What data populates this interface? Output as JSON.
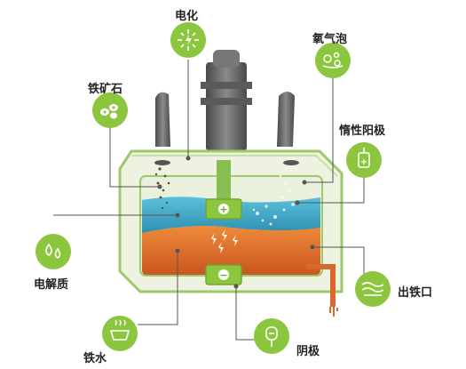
{
  "labels": {
    "electrification": "电化",
    "oxygen_bubbles": "氧气泡",
    "iron_ore": "铁矿石",
    "inert_anode": "惰性阳极",
    "electrolyte": "电解质",
    "tap_hole": "出铁口",
    "molten_iron": "铁水",
    "cathode": "阴极"
  },
  "anode_symbol": "+",
  "cathode_symbol": "−",
  "colors": {
    "accent_green": "#8cc63f",
    "electrolyte_blue": "#3aa6c4",
    "molten_iron_orange": "#d9682a",
    "cell_outline_green": "#9cc96b",
    "pillar_gray": "#6a6a6a"
  },
  "icons": {
    "electrification": "electric-sparkle-icon",
    "oxygen_bubbles": "bubbles-icon",
    "iron_ore": "ore-rocks-icon",
    "inert_anode": "anode-plug-icon",
    "electrolyte": "electrolyte-drops-icon",
    "tap_hole": "iron-flow-icon",
    "molten_iron": "molten-pot-icon",
    "cathode": "cathode-plug-icon"
  }
}
